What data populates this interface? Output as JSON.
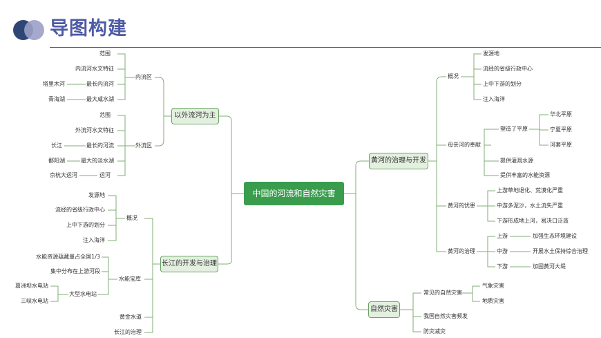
{
  "header": {
    "title": "导图构建"
  },
  "center": "中国的河流和自然灾害",
  "left": {
    "wai_liu": {
      "label": "以外流河为主",
      "nei_liu_qu": {
        "label": "内流区",
        "items": [
          "范围",
          "内流河水文特征",
          "最长内流河",
          "最大咸水湖"
        ],
        "leaf_longest": "塔里木河",
        "leaf_lake": "青海湖"
      },
      "wai_liu_qu": {
        "label": "外流区",
        "items": [
          "范围",
          "外流河水文特征",
          "最长的河流",
          "最大的淡水湖",
          "运河"
        ],
        "leaf_longest": "长江",
        "leaf_lake": "鄱阳湖",
        "leaf_canal": "京杭大运河"
      }
    },
    "changjiang": {
      "label": "长江的开发与治理",
      "gaikuang": {
        "label": "概况",
        "items": [
          "发源地",
          "流经的省级行政中心",
          "上中下游的划分",
          "注入海洋"
        ]
      },
      "shuineng": {
        "label": "水能宝库",
        "items": [
          "水能资源蕴藏量占全国1/3",
          "集中分布在上游河段"
        ],
        "dams": {
          "label": "大型水电站",
          "items": [
            "葛洲坝水电站",
            "三峡水电站"
          ]
        }
      },
      "golden": "黄金水道",
      "governance": "长江的治理"
    }
  },
  "right": {
    "huanghe": {
      "label": "黄河的治理与开发",
      "gaikuang": {
        "label": "概况",
        "items": [
          "发源地",
          "流经的省级行政中心",
          "上中下游的划分",
          "注入海洋"
        ]
      },
      "mother": {
        "label": "母亲河的奉献",
        "plain": {
          "label": "塑造了平原",
          "items": [
            "华北平原",
            "宁夏平原",
            "河套平原"
          ]
        },
        "irrigation": "提供灌溉水源",
        "hydro": "提供丰富的水能资源"
      },
      "worry": {
        "label": "黄河的忧患",
        "items": [
          "上游草地退化、荒漠化严重",
          "中游多泥沙，水土流失严重",
          "下游形成地上河，易决口泛滥"
        ]
      },
      "governance": {
        "label": "黄河的治理",
        "sections": [
          {
            "name": "上游",
            "measure": "加强生态环境建设"
          },
          {
            "name": "中游",
            "measure": "开展水土保持综合治理"
          },
          {
            "name": "下游",
            "measure": "加固黄河大堤"
          }
        ]
      }
    },
    "disaster": {
      "label": "自然灾害",
      "common": {
        "label": "常见的自然灾害",
        "items": [
          "气象灾害",
          "地质灾害"
        ]
      },
      "frequent": "我国自然灾害频发",
      "prevent": "防灾减灾"
    }
  }
}
